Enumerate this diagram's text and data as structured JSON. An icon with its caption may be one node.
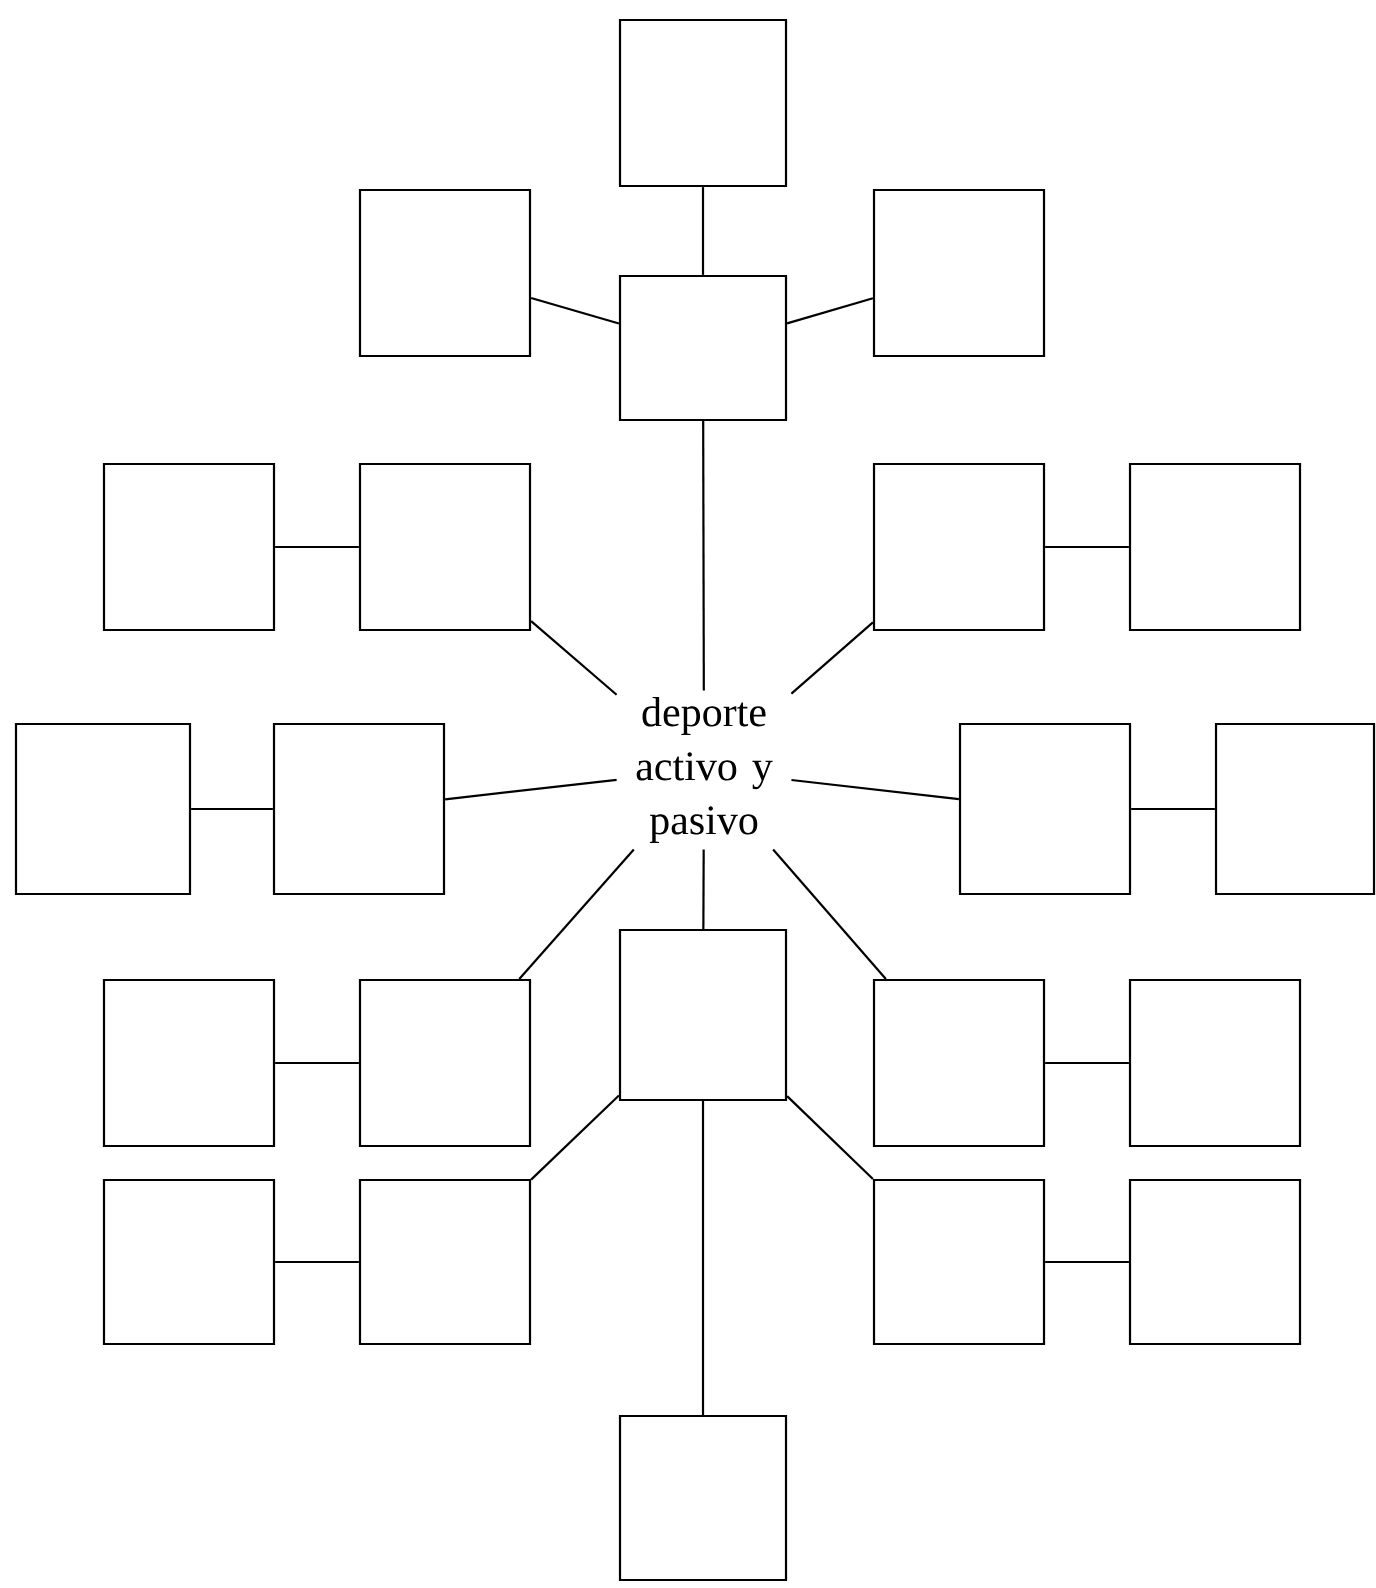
{
  "diagram": {
    "nodes": [
      {
        "text": [],
        "shape": "box"
      },
      {
        "text": [],
        "shape": "box"
      },
      {
        "text": [],
        "shape": "box"
      },
      {
        "text": [],
        "shape": "box"
      },
      {
        "text": [],
        "shape": "box"
      },
      {
        "text": [],
        "shape": "box"
      },
      {
        "text": [],
        "shape": "box"
      },
      {
        "text": [],
        "shape": "box"
      },
      {
        "text": [],
        "shape": "box"
      },
      {
        "text": [],
        "shape": "box"
      },
      {
        "text": [
          "deporte activo y pasivo"
        ]
      },
      {
        "text": [],
        "shape": "box"
      },
      {
        "text": [],
        "shape": "box"
      },
      {
        "text": [],
        "shape": "box"
      },
      {
        "text": [],
        "shape": "box"
      },
      {
        "text": [],
        "shape": "box"
      },
      {
        "text": [],
        "shape": "box"
      },
      {
        "text": [],
        "shape": "box"
      },
      {
        "text": [],
        "shape": "box"
      },
      {
        "text": [],
        "shape": "box"
      },
      {
        "text": [],
        "shape": "box"
      },
      {
        "text": [],
        "shape": "box"
      },
      {
        "text": [],
        "shape": "box"
      }
    ],
    "edges": [
      {
        "from": 3,
        "to": 0,
        "arrow": "none"
      },
      {
        "from": 3,
        "to": 1,
        "arrow": "none"
      },
      {
        "from": 3,
        "to": 2,
        "arrow": "none"
      },
      {
        "from": 10,
        "to": 3,
        "arrow": "none"
      },
      {
        "from": 4,
        "to": 5,
        "arrow": "none"
      },
      {
        "from": 10,
        "to": 5,
        "arrow": "none"
      },
      {
        "from": 10,
        "to": 6,
        "arrow": "none"
      },
      {
        "from": 6,
        "to": 7,
        "arrow": "none"
      },
      {
        "from": 8,
        "to": 9,
        "arrow": "none"
      },
      {
        "from": 10,
        "to": 9,
        "arrow": "none"
      },
      {
        "from": 10,
        "to": 11,
        "arrow": "none"
      },
      {
        "from": 11,
        "to": 12,
        "arrow": "none"
      },
      {
        "from": 13,
        "to": 14,
        "arrow": "none"
      },
      {
        "from": 10,
        "to": 14,
        "arrow": "none"
      },
      {
        "from": 10,
        "to": 15,
        "arrow": "none"
      },
      {
        "from": 15,
        "to": 16,
        "arrow": "none"
      },
      {
        "from": 10,
        "to": 17,
        "arrow": "none"
      },
      {
        "from": 17,
        "to": 19,
        "arrow": "none"
      },
      {
        "from": 17,
        "to": 20,
        "arrow": "none"
      },
      {
        "from": 17,
        "to": 22,
        "arrow": "none"
      },
      {
        "from": 18,
        "to": 19,
        "arrow": "none"
      },
      {
        "from": 20,
        "to": 21,
        "arrow": "none"
      }
    ]
  }
}
